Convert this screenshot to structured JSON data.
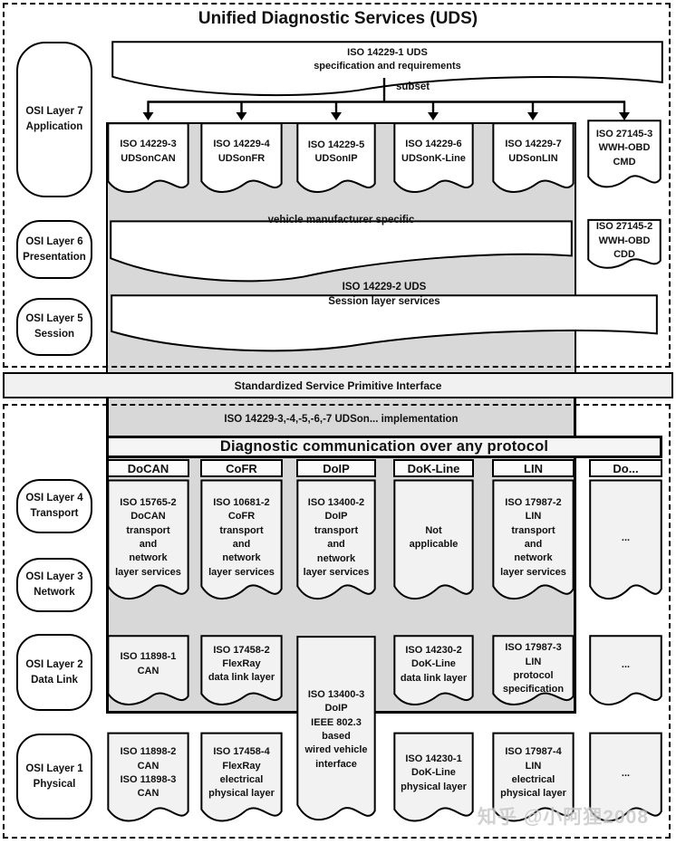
{
  "title": "Unified Diagnostic Services (UDS)",
  "watermark": "知乎 @小阿狸2008",
  "interface_band": "Standardized Service Primitive Interface",
  "colors": {
    "container_gray": "#d8d8d8",
    "doc_light_gray": "#f2f2f2",
    "band_gray": "#f1f1f1",
    "line_black": "#000000"
  },
  "osi_layers": [
    {
      "label": "OSI Layer 7\nApplication"
    },
    {
      "label": "OSI Layer 6\nPresentation"
    },
    {
      "label": "OSI Layer 5\nSession"
    },
    {
      "label": "OSI Layer 4\nTransport"
    },
    {
      "label": "OSI Layer 3\nNetwork"
    },
    {
      "label": "OSI Layer 2\nData Link"
    },
    {
      "label": "OSI Layer 1\nPhysical"
    }
  ],
  "top": {
    "uds_spec": "ISO 14229-1 UDS\nspecification and requirements",
    "subset_label": "subset",
    "app_boxes": [
      "ISO 14229-3\nUDSonCAN",
      "ISO 14229-4\nUDSonFR",
      "ISO 14229-5\nUDSonIP",
      "ISO 14229-6\nUDSonK-Line",
      "ISO 14229-7\nUDSonLIN"
    ],
    "wwh_cmd": "ISO 27145-3\nWWH-OBD\nCMD",
    "vehicle_specific": "vehicle manufacturer specific",
    "wwh_cdd": "ISO 27145-2\nWWH-OBD\nCDD",
    "session_services": "ISO 14229-2 UDS\nSession layer services"
  },
  "bottom": {
    "implementation": "ISO 14229-3,-4,-5,-6,-7 UDSon... implementation",
    "diag_header": "Diagnostic communication over any protocol",
    "column_headers": [
      "DoCAN",
      "CoFR",
      "DoIP",
      "DoK-Line",
      "LIN",
      "Do..."
    ],
    "transport": [
      "ISO 15765-2\nDoCAN\ntransport\nand\nnetwork\nlayer services",
      "ISO 10681-2\nCoFR\ntransport\nand\nnetwork\nlayer services",
      "ISO 13400-2\nDoIP\ntransport\nand\nnetwork\nlayer services",
      "Not\napplicable",
      "ISO 17987-2\nLIN\ntransport\nand\nnetwork\nlayer services",
      "..."
    ],
    "datalink": [
      "ISO 11898-1\nCAN",
      "ISO 17458-2\nFlexRay\ndata link layer",
      "ISO 14230-2\nDoK-Line\ndata link layer",
      "ISO 17987-3\nLIN\nprotocol\nspecification",
      "..."
    ],
    "doip_span": "ISO 13400-3\nDoIP\nIEEE 802.3\nbased\nwired vehicle\ninterface",
    "physical": [
      "ISO 11898-2\nCAN\nISO 11898-3\nCAN",
      "ISO 17458-4\nFlexRay\nelectrical\nphysical layer",
      "ISO 14230-1\nDoK-Line\nphysical layer",
      "ISO 17987-4\nLIN\nelectrical\nphysical layer",
      "..."
    ]
  }
}
